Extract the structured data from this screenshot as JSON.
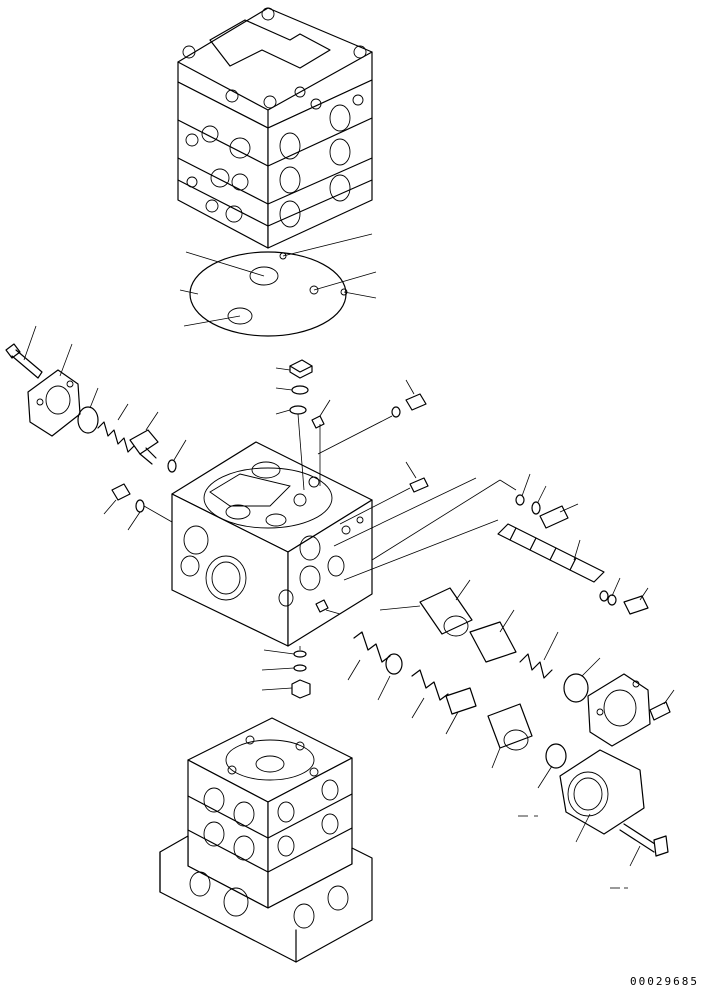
{
  "drawing": {
    "doc_number": "00029685",
    "parts": [
      {
        "id": "top-valve-stack",
        "icon": "valve-block-stack"
      },
      {
        "id": "gasket-plate",
        "icon": "gasket"
      },
      {
        "id": "center-valve-body",
        "icon": "valve-body"
      },
      {
        "id": "bottom-valve-stack",
        "icon": "valve-block-stack"
      },
      {
        "id": "flange-cover",
        "icon": "flange"
      },
      {
        "id": "spool",
        "icon": "spool"
      },
      {
        "id": "springs",
        "icon": "spring"
      },
      {
        "id": "bolts",
        "icon": "bolt"
      },
      {
        "id": "o-rings",
        "icon": "o-ring"
      }
    ]
  }
}
